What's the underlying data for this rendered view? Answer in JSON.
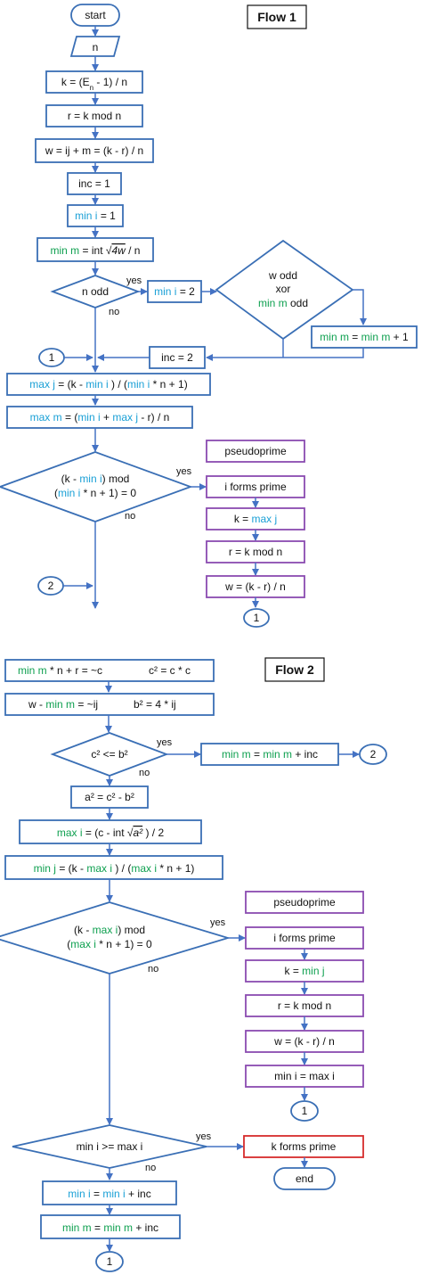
{
  "flow1": {
    "title": "Flow 1",
    "start": "start",
    "input_n": "n",
    "k_a": "k = (E",
    "k_sub": "n",
    "k_b": " - 1) / n",
    "r": "r = k mod n",
    "w": "w = ij + m = (k - r) / n",
    "inc1": "inc = 1",
    "min_i": "min i",
    "eq1": " = 1",
    "min_m": "min m",
    "int_a": " = int ",
    "sqrt_arg": "4w",
    "int_b": " / n",
    "n_odd": "n odd",
    "yes1": "yes",
    "no1": "no",
    "min_i2": "min i",
    "eq2": " = 2",
    "w_odd": "w odd",
    "xor": "xor",
    "min_m_odd_a": "min m",
    "min_m_odd_b": " odd",
    "mm_a": "min m",
    "mm_eq": " = ",
    "mm_b": "min m",
    "mm_c": " + 1",
    "inc2": "inc = 2",
    "conn1": "1",
    "maxj_a": "max j",
    "maxj_b": " = (k - ",
    "maxj_c": "min i",
    "maxj_d": " ) / (",
    "maxj_e": "min i",
    "maxj_f": " * n + 1)",
    "maxm_a": "max m",
    "maxm_b": " = (",
    "maxm_c": "min i",
    "maxm_d": " + ",
    "maxm_e": "max j",
    "maxm_f": " - r) / n",
    "d2_l1_a": "(k - ",
    "d2_l1_b": "min i",
    "d2_l1_c": ") mod",
    "d2_l2_a": "(",
    "d2_l2_b": "min i",
    "d2_l2_c": " * n + 1) = 0",
    "yes2": "yes",
    "no2": "no",
    "pseudoprime": "pseudoprime",
    "i_forms": "i  forms prime",
    "kmax_a": "k = ",
    "kmax_b": "max j",
    "rmod": "r = k mod n",
    "wkr": "w = (k - r) / n",
    "conn1b": "1",
    "conn2": "2"
  },
  "flow2": {
    "title": "Flow 2",
    "l1_a": "min m",
    "l1_b": " * n + r = ~c",
    "l1_c": "c² = c * c",
    "l2_a": "w - ",
    "l2_b": "min m",
    "l2_c": " = ~ij",
    "l2_d": "b² = 4 * ij",
    "d1": "c² <= b²",
    "yes1": "yes",
    "no1": "no",
    "mm_a": "min m",
    "mm_eq": " = ",
    "mm_b": "min m",
    "mm_c": " + inc",
    "conn2": "2",
    "a2": "a² = c² - b²",
    "maxi_a": "max i",
    "maxi_b": " = (c - int ",
    "maxi_sqrt": "a²",
    "maxi_c": " ) / 2",
    "minj_a": "min j",
    "minj_b": " = (k - ",
    "minj_c": "max i",
    "minj_d": " ) / (",
    "minj_e": "max i",
    "minj_f": " * n + 1)",
    "d2_l1_a": "(k - ",
    "d2_l1_b": "max i",
    "d2_l1_c": ") mod",
    "d2_l2_a": "(",
    "d2_l2_b": "max i",
    "d2_l2_c": " * n + 1) = 0",
    "yes2": "yes",
    "no2": "no",
    "pseudoprime": "pseudoprime",
    "i_forms": "i  forms prime",
    "kmin_a": "k = ",
    "kmin_b": "min j",
    "rmod": "r = k mod n",
    "wkr": "w = (k - r) / n",
    "mini_maxi": "min i = max i",
    "conn1": "1",
    "d3": "min i >= max i",
    "yes3": "yes",
    "no3": "no",
    "k_forms": "k  forms prime",
    "end": "end",
    "inc_i_a": "min i",
    "inc_i_eq": " = ",
    "inc_i_b": "min i",
    "inc_i_c": " + inc",
    "inc_m_a": "min m",
    "inc_m_eq": " = ",
    "inc_m_b": "min m",
    "inc_m_c": " + inc",
    "conn1b": "1"
  },
  "colors": {
    "blue_box": "#3a6fb5",
    "purple_box": "#8a4bb0",
    "red_box": "#d62c2c",
    "blue_text": "#1aa0d6",
    "green_text": "#0fa050"
  }
}
